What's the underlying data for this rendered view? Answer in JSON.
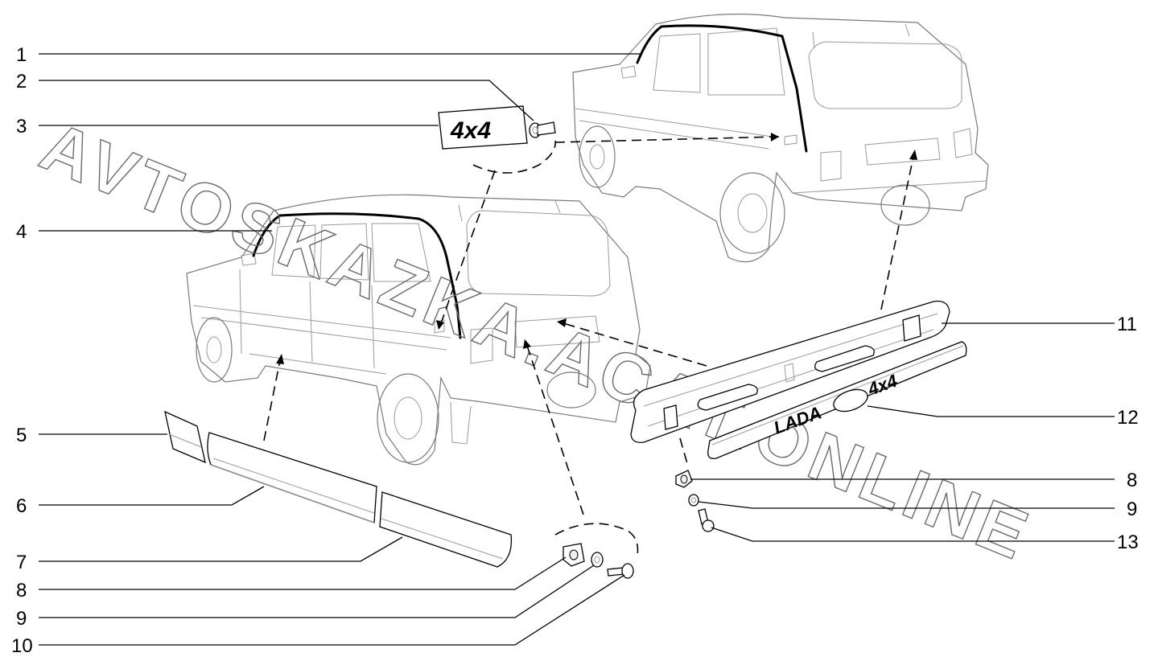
{
  "diagram": {
    "callouts_left": [
      "1",
      "2",
      "3",
      "4",
      "5",
      "6",
      "7",
      "8",
      "9",
      "10"
    ],
    "callouts_right": [
      "11",
      "12",
      "8",
      "9",
      "13"
    ],
    "badge_text": "4x4",
    "tail_plate_text": "LADA",
    "tail_plate_badge": "4x4",
    "watermark_lines": [
      "AVTOSKAZKA.ACAT.ONLINE"
    ]
  }
}
